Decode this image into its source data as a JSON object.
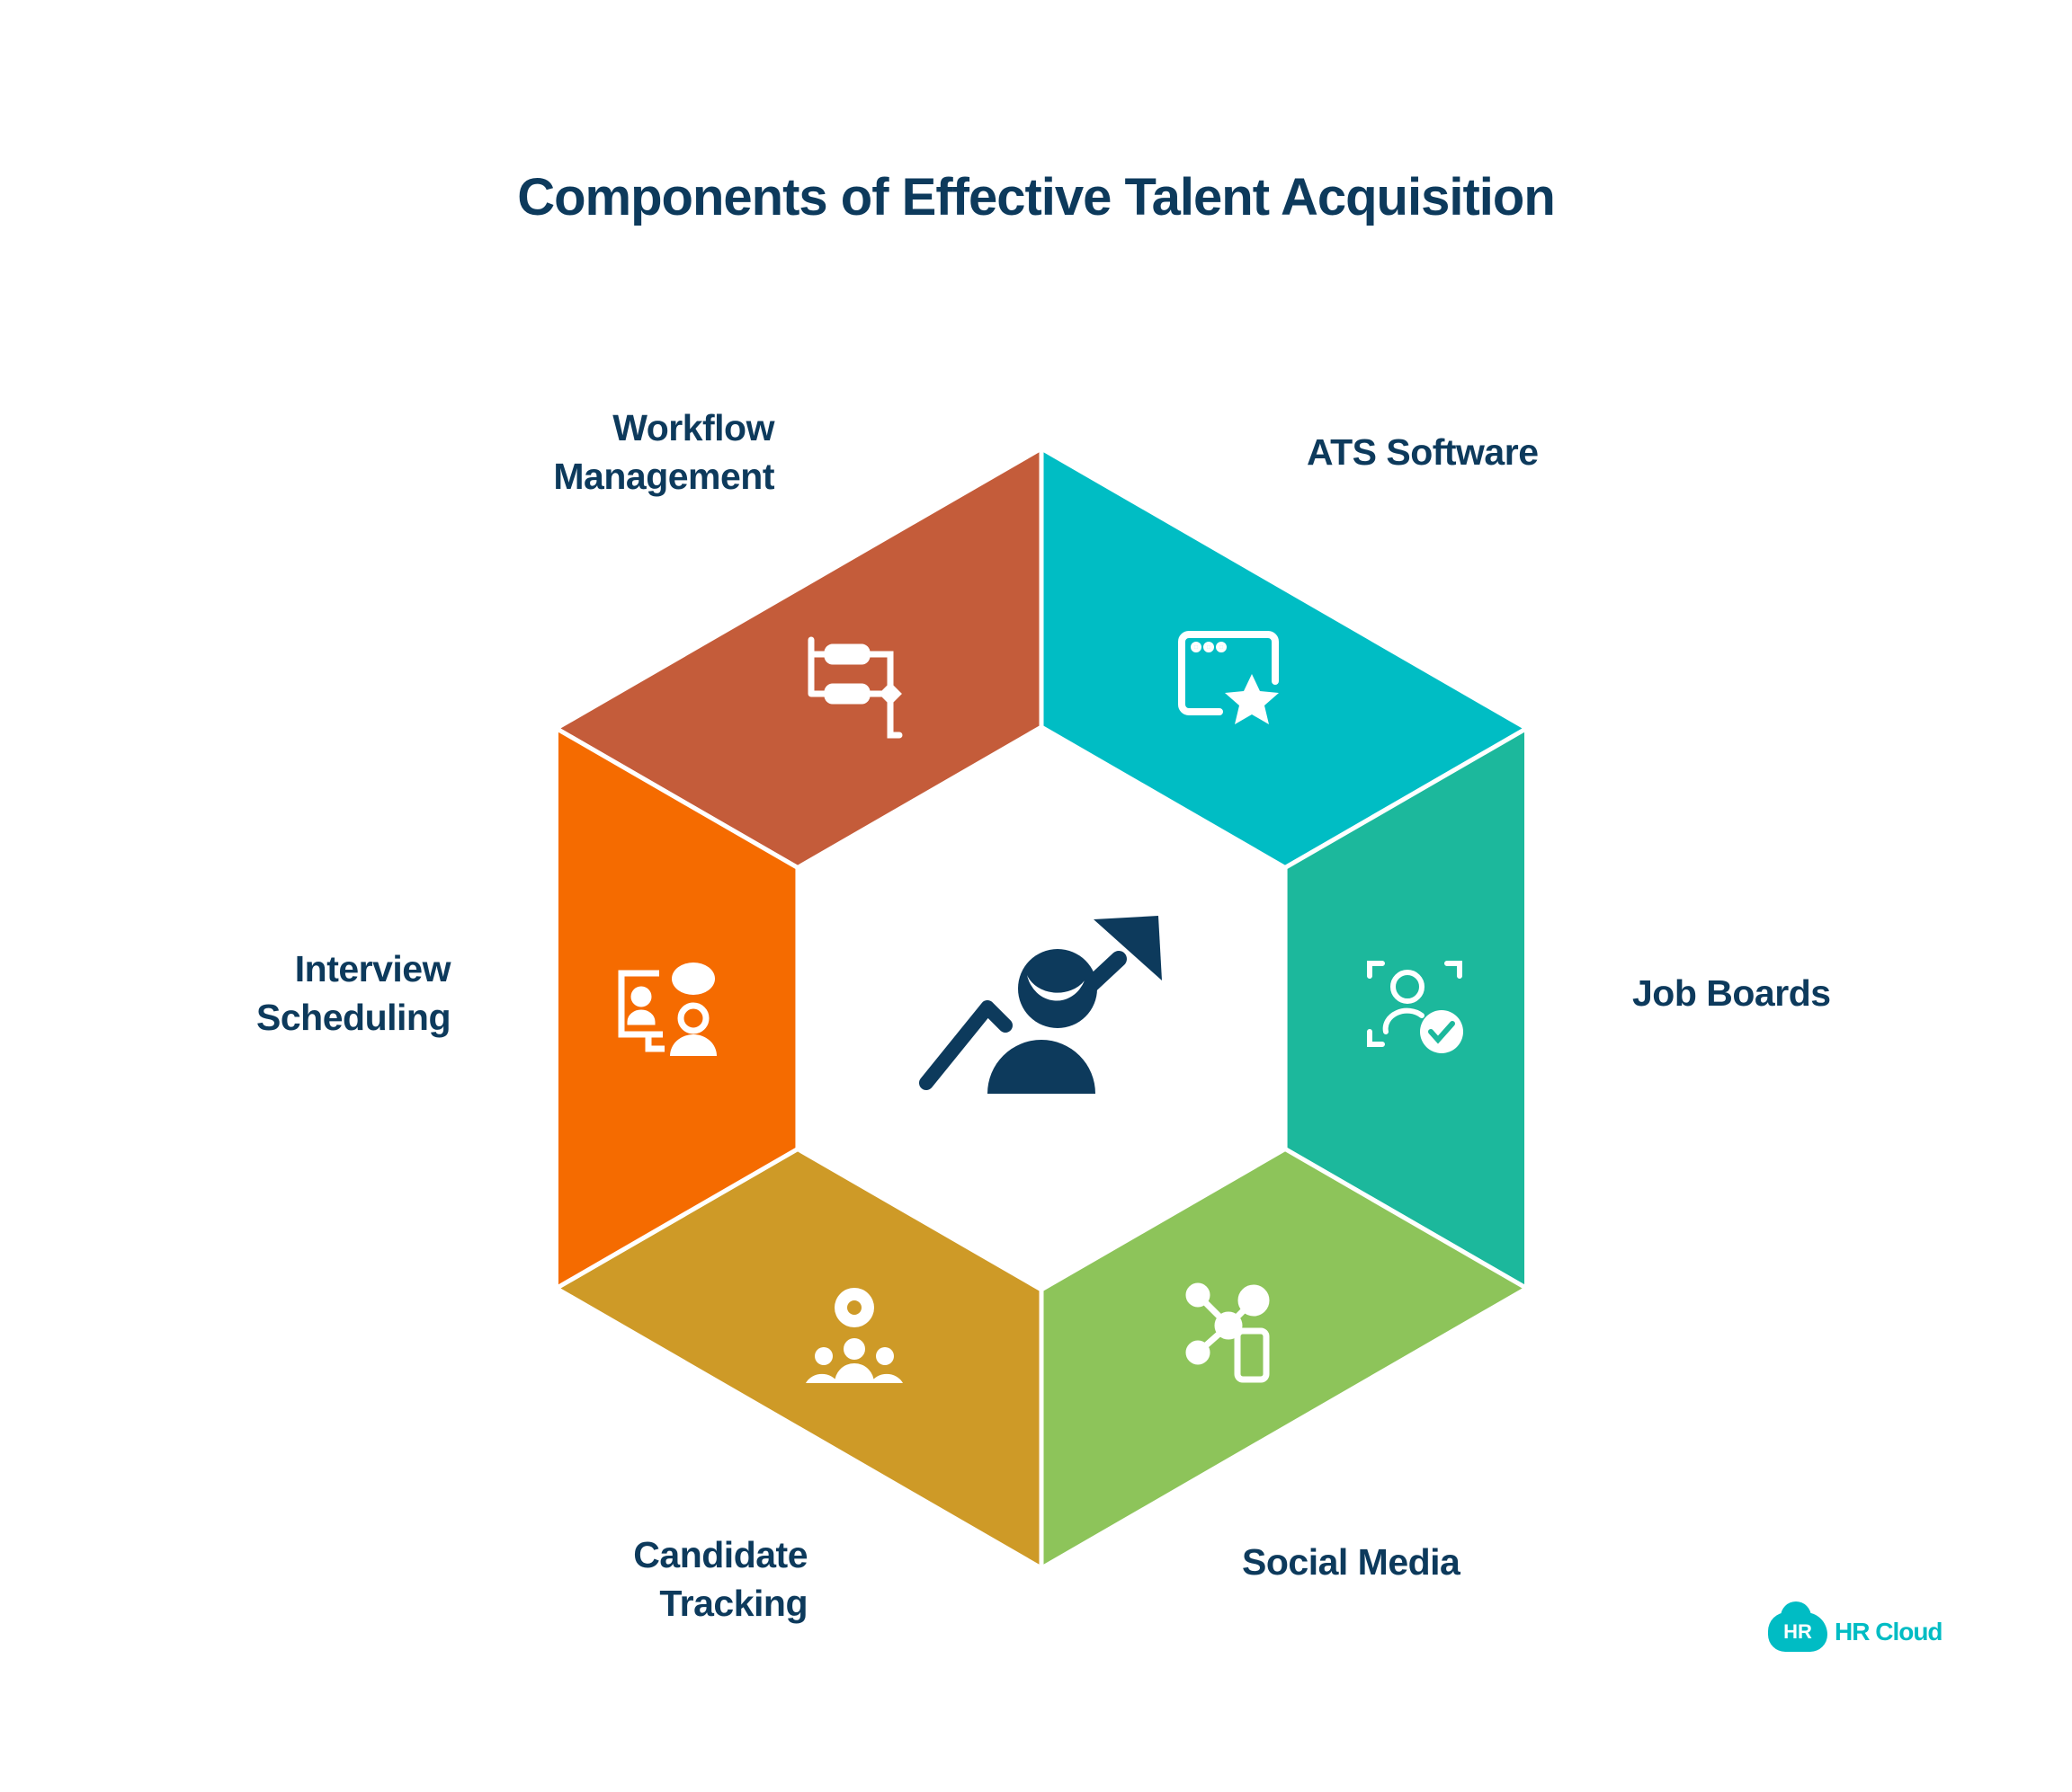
{
  "title": "Components of Effective Talent Acquisition",
  "center": {
    "icon": "person-growth-arrow-icon",
    "color": "#0d3a5c"
  },
  "segments": [
    {
      "id": "workflow",
      "label_lines": [
        "Workflow",
        "Management"
      ],
      "color": "#c45c3a",
      "icon": "workflow-icon"
    },
    {
      "id": "ats",
      "label_lines": [
        "ATS Software"
      ],
      "color": "#00bdc4",
      "icon": "browser-star-icon"
    },
    {
      "id": "jobboards",
      "label_lines": [
        "Job Boards"
      ],
      "color": "#1cb89c",
      "icon": "person-check-icon"
    },
    {
      "id": "social",
      "label_lines": [
        "Social Media"
      ],
      "color": "#8dc45a",
      "icon": "network-phone-icon"
    },
    {
      "id": "candidate",
      "label_lines": [
        "Candidate",
        "Tracking"
      ],
      "color": "#ce9a27",
      "icon": "gear-people-icon"
    },
    {
      "id": "interview",
      "label_lines": [
        "Interview",
        "Scheduling"
      ],
      "color": "#f56b00",
      "icon": "video-interview-icon"
    }
  ],
  "logo": {
    "mark": "HR",
    "text": "HR Cloud",
    "color": "#00bcc4"
  }
}
